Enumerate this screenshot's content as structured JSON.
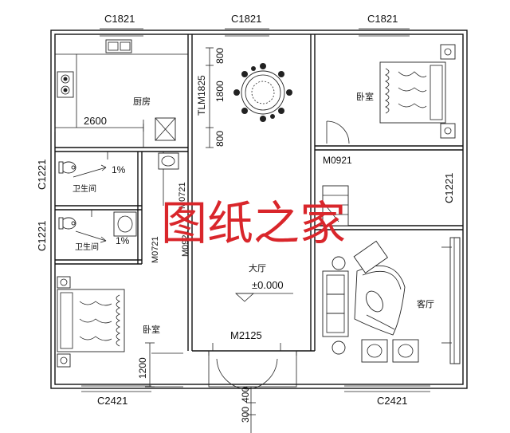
{
  "plan": {
    "windows": {
      "top_left": "C1821",
      "top_center": "C1821",
      "top_right": "C1821",
      "bottom_left": "C2421",
      "bottom_right": "C2421",
      "left_upper": "C1221",
      "left_lower": "C1221",
      "right_side": "C1221"
    },
    "rooms": {
      "kitchen": "厨房",
      "bathroom_upper": "卫生间",
      "bathroom_lower": "卫生间",
      "bedroom_top_right": "卧室",
      "bedroom_bottom_left": "卧室",
      "hall": "大厅",
      "living_room": "客厅"
    },
    "doors": {
      "bedroom_top_right": "M0921",
      "bathroom_upper": "M0721",
      "bathroom_lower": "M0721",
      "bedroom_bottom_left": "M0921",
      "entrance": "M2125"
    },
    "dining_door": "TLM1825",
    "dims": {
      "dining_top": "800",
      "dining_mid": "1800",
      "dining_bottom": "800",
      "kitchen_width": "2600",
      "bottom_step_1": "1200",
      "bottom_step_2": "400",
      "bottom_step_3": "300"
    },
    "slopes": {
      "upper": "1%",
      "lower": "1%"
    },
    "elevation": "±0.000",
    "watermark": "图纸之家"
  }
}
